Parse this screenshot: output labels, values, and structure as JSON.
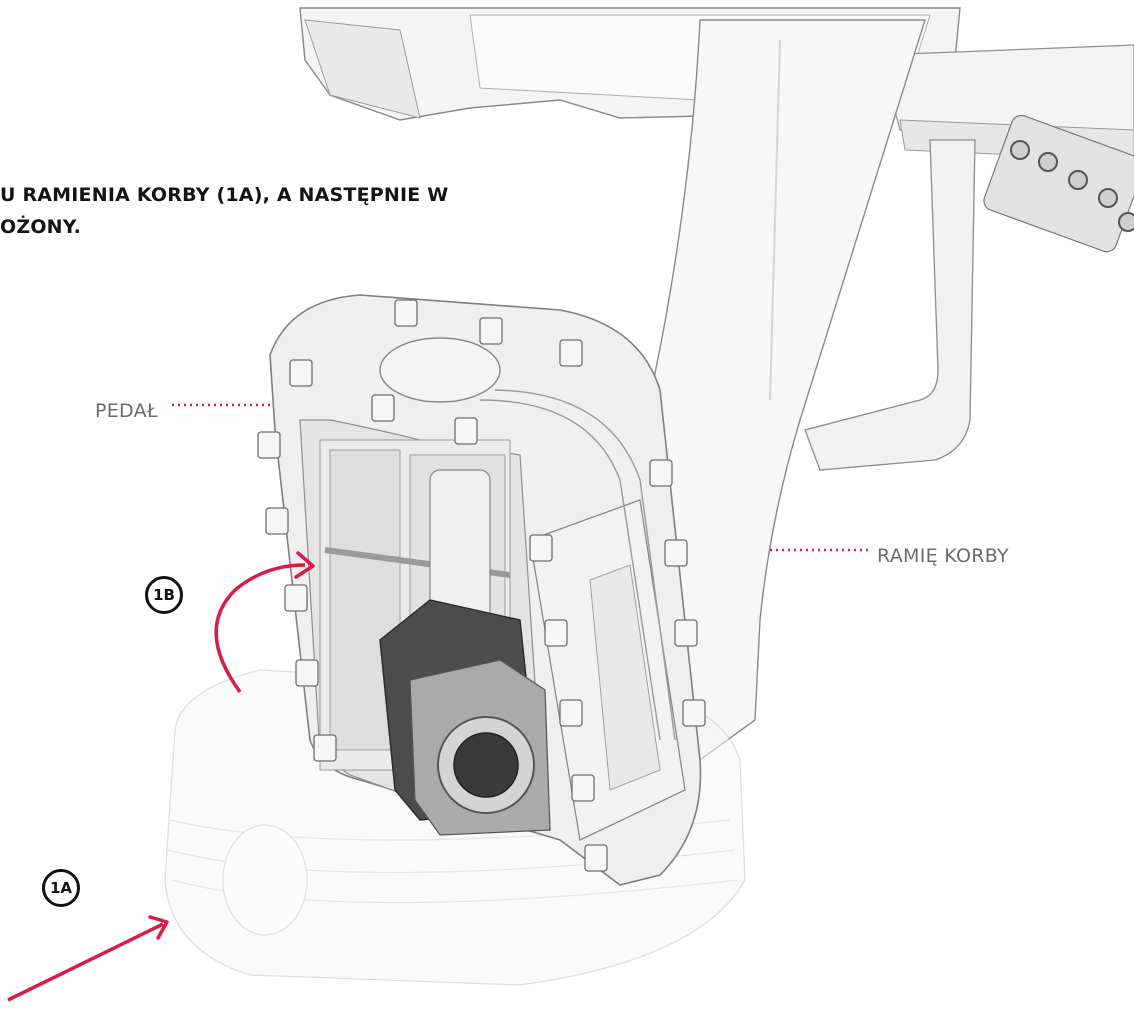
{
  "instruction": {
    "line1": "U RAMIENIA KORBY (1A), A NASTĘPNIE W",
    "line2": "OŻONY."
  },
  "labels": {
    "pedal": "PEDAŁ",
    "crank_arm": "RAMIĘ KORBY"
  },
  "steps": {
    "step_1a": "1A",
    "step_1b": "1B"
  },
  "colors": {
    "accent": "#d81c48",
    "text_dark": "#141414",
    "label_gray": "#6b6b6b"
  }
}
